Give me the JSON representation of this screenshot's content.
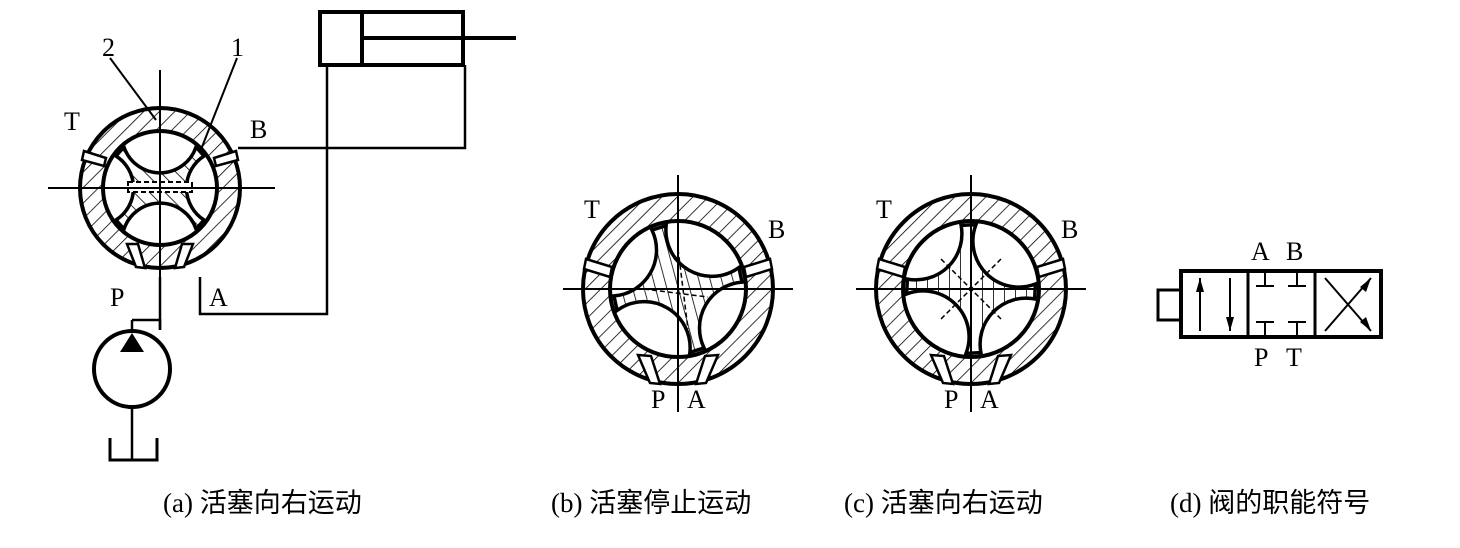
{
  "figures": [
    {
      "id": "a",
      "caption": "(a) 活塞向右运动",
      "labels": {
        "num2": "2",
        "num1": "1",
        "T": "T",
        "B": "B",
        "P": "P",
        "A": "A"
      }
    },
    {
      "id": "b",
      "caption": "(b) 活塞停止运动",
      "labels": {
        "T": "T",
        "B": "B",
        "P": "P",
        "A": "A"
      }
    },
    {
      "id": "c",
      "caption": "(c) 活塞向右运动",
      "labels": {
        "T": "T",
        "B": "B",
        "P": "P",
        "A": "A"
      }
    },
    {
      "id": "d",
      "caption": "(d) 阀的职能符号",
      "labels": {
        "A": "A",
        "B": "B",
        "P": "P",
        "T": "T"
      }
    }
  ]
}
